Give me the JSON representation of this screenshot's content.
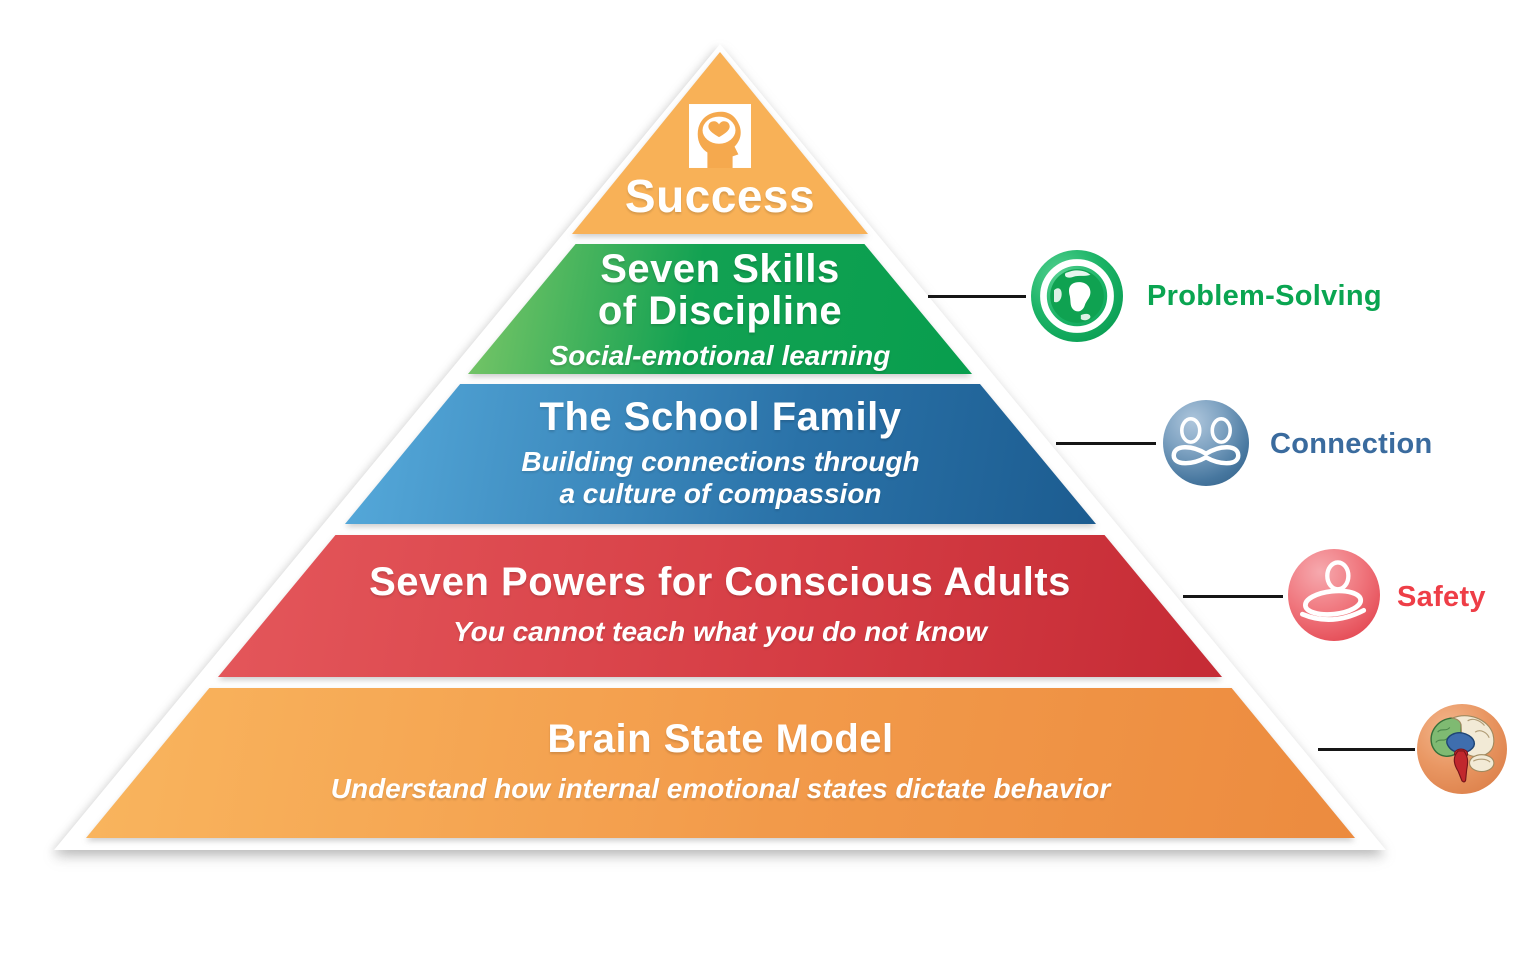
{
  "diagram": {
    "background_color": "#ffffff",
    "outline_color": "#ffffff",
    "connector_color": "#161616",
    "levels": [
      {
        "name": "success",
        "title": "Success",
        "icon": "head-with-heart-brain-icon",
        "color": "#F8B157"
      },
      {
        "name": "seven-skills-of-discipline",
        "title_line1": "Seven Skills",
        "title_line2": "of Discipline",
        "subtitle": "Social-emotional learning",
        "color_left": "#7CC768",
        "color_right": "#089E4E"
      },
      {
        "name": "the-school-family",
        "title": "The School Family",
        "subtitle_line1": "Building connections through",
        "subtitle_line2": "a culture of compassion",
        "color_left": "#56AADB",
        "color_right": "#1C5C90"
      },
      {
        "name": "seven-powers-for-conscious-adults",
        "title": "Seven Powers for Conscious Adults",
        "subtitle": "You cannot teach what you do not know",
        "color_left": "#E4575B",
        "color_right": "#C52B35"
      },
      {
        "name": "brain-state-model",
        "title": "Brain State Model",
        "subtitle": "Understand how internal emotional states dictate behavior",
        "color_left": "#F9B55E",
        "color_right": "#EC8B3F"
      }
    ],
    "callouts": [
      {
        "label": "Problem-Solving",
        "icon": "globe-icon",
        "label_color": "#0AA551",
        "sphere_color": "#17AC5F"
      },
      {
        "label": "Connection",
        "icon": "linked-people-icon",
        "label_color": "#3A6B9E",
        "sphere_color": "#44749F"
      },
      {
        "label": "Safety",
        "icon": "cradled-person-icon",
        "label_color": "#EE3E47",
        "sphere_color": "#EA5A62"
      },
      {
        "label": "",
        "icon": "brain-icon",
        "label_color": "",
        "sphere_color": "#E1895B"
      }
    ]
  }
}
